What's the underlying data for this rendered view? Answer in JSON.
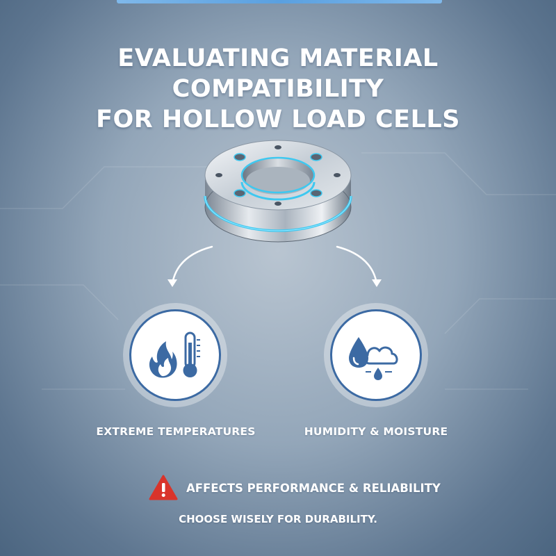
{
  "title": {
    "line1": "EVALUATING MATERIAL COMPATIBILITY",
    "line2": "FOR HOLLOW LOAD CELLS"
  },
  "illustration": {
    "icon": "hollow-load-cell-icon"
  },
  "factors": [
    {
      "label": "EXTREME TEMPERATURES",
      "icons": [
        "flame-icon",
        "thermometer-icon"
      ]
    },
    {
      "label": "HUMIDITY & MOISTURE",
      "icons": [
        "water-drop-icon",
        "rain-cloud-icon"
      ]
    }
  ],
  "warning": {
    "icon": "warning-triangle-icon",
    "text": "AFFECTS PERFORMANCE & RELIABILITY"
  },
  "footer": "CHOOSE WISELY FOR DURABILITY.",
  "colors": {
    "icon_blue": "#3c6aa3",
    "accent_cyan": "#3ec8f0",
    "warning_red": "#d9342b"
  }
}
